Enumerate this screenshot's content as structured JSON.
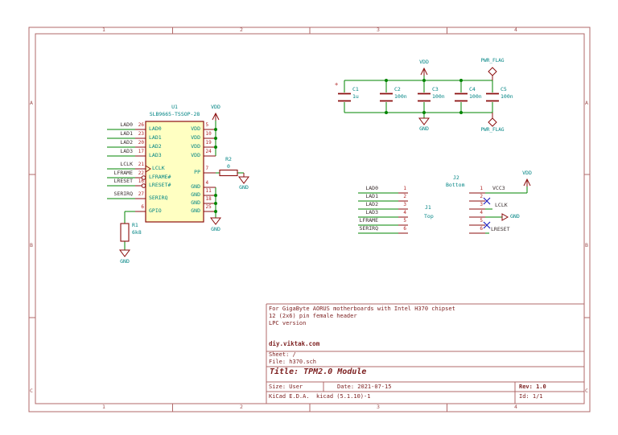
{
  "frame": {
    "cols": [
      "1",
      "2",
      "3",
      "4"
    ],
    "rows": [
      "A",
      "B",
      "C"
    ]
  },
  "title_block": {
    "comment1": "For GigaByte AORUS motherboards with Intel H370 chipset",
    "comment2": "12 (2x6) pin female header",
    "comment3": "LPC version",
    "url": "diy.viktak.com",
    "sheet": "Sheet: /",
    "file": "File: h370.sch",
    "title": "Title: TPM2.0 Module",
    "size": "Size: User",
    "date": "Date: 2021-07-15",
    "rev": "Rev: 1.0",
    "tool": "KiCad E.D.A.  kicad (5.1.10)-1",
    "id": "Id: 1/1"
  },
  "u1": {
    "ref": "U1",
    "value": "SLB9665-TSSOP-28",
    "left_pins": [
      {
        "num": "26",
        "name": "LAD0",
        "label": "LAD0"
      },
      {
        "num": "23",
        "name": "LAD1",
        "label": "LAD1"
      },
      {
        "num": "20",
        "name": "LAD2",
        "label": "LAD2"
      },
      {
        "num": "17",
        "name": "LAD3",
        "label": "LAD3"
      },
      {
        "num": "21",
        "name": "LCLK",
        "label": "LCLK"
      },
      {
        "num": "22",
        "name": "LFRAME#",
        "label": "LFRAME"
      },
      {
        "num": "16",
        "name": "LRESET#",
        "label": "LRESET"
      },
      {
        "num": "27",
        "name": "SERIRQ",
        "label": "SERIRQ"
      },
      {
        "num": "6",
        "name": "GPIO",
        "label": ""
      }
    ],
    "right_pins": [
      {
        "num": "5",
        "name": "VDD"
      },
      {
        "num": "10",
        "name": "VDD"
      },
      {
        "num": "19",
        "name": "VDD"
      },
      {
        "num": "24",
        "name": "VDD"
      },
      {
        "num": "7",
        "name": "PP"
      },
      {
        "num": "4",
        "name": "GND"
      },
      {
        "num": "11",
        "name": "GND"
      },
      {
        "num": "18",
        "name": "GND"
      },
      {
        "num": "25",
        "name": "GND"
      }
    ]
  },
  "r1": {
    "ref": "R1",
    "value": "6k8"
  },
  "r2": {
    "ref": "R2",
    "value": "0"
  },
  "caps": [
    {
      "ref": "C1",
      "value": "1u"
    },
    {
      "ref": "C2",
      "value": "100n"
    },
    {
      "ref": "C3",
      "value": "100n"
    },
    {
      "ref": "C4",
      "value": "100n"
    },
    {
      "ref": "C5",
      "value": "100n"
    }
  ],
  "c1_plus": "+",
  "power": {
    "vdd": "VDD",
    "gnd": "GND",
    "pwr_flag": "PWR_FLAG"
  },
  "j1": {
    "ref": "J1",
    "variant": "Top",
    "pins": [
      {
        "num": "1",
        "label": "LAD0"
      },
      {
        "num": "2",
        "label": "LAD1"
      },
      {
        "num": "3",
        "label": "LAD2"
      },
      {
        "num": "4",
        "label": "LAD3"
      },
      {
        "num": "5",
        "label": "LFRAME"
      },
      {
        "num": "6",
        "label": "SERIRQ"
      }
    ]
  },
  "j2": {
    "ref": "J2",
    "variant": "Bottom",
    "pins": [
      {
        "num": "1",
        "label": "VCC3"
      },
      {
        "num": "2",
        "label": ""
      },
      {
        "num": "3",
        "label": "LCLK"
      },
      {
        "num": "4",
        "label": "GND"
      },
      {
        "num": "5",
        "label": ""
      },
      {
        "num": "6",
        "label": "LRESET"
      }
    ]
  }
}
